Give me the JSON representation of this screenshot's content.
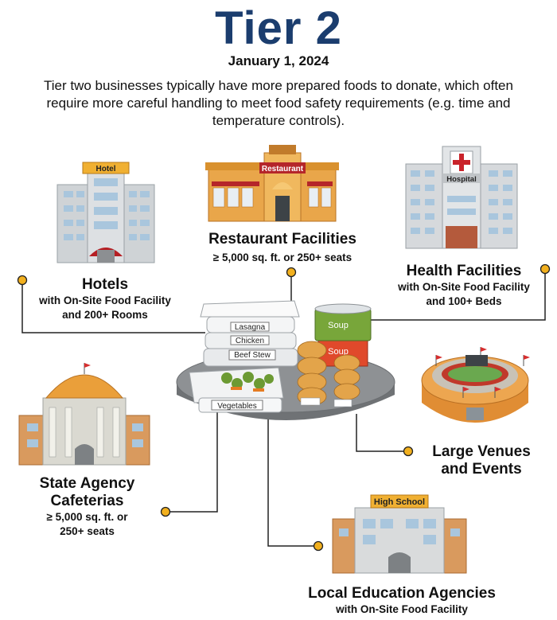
{
  "header": {
    "title": "Tier 2",
    "date": "January 1, 2024",
    "description": "Tier two businesses typically have more prepared foods to donate, which often require more careful handling to meet food safety requirements (e.g. time and temperature controls)."
  },
  "categories": {
    "hotels": {
      "name": "Hotels",
      "detail_1": "with On-Site Food Facility",
      "detail_2": "and 200+ Rooms",
      "sign": "Hotel"
    },
    "restaurants": {
      "name": "Restaurant Facilities",
      "detail_1": "≥ 5,000 sq. ft. or 250+ seats",
      "sign": "Restaurant"
    },
    "health": {
      "name": "Health Facilities",
      "detail_1": "with On-Site Food Facility",
      "detail_2": "and 100+ Beds",
      "sign": "Hospital"
    },
    "venues": {
      "name_1": "Large Venues",
      "name_2": "and Events"
    },
    "state_agency": {
      "name_1": "State Agency",
      "name_2": "Cafeterias",
      "detail_1": "≥ 5,000 sq. ft. or",
      "detail_2": "250+ seats"
    },
    "education": {
      "name": "Local Education Agencies",
      "detail_1": "with On-Site Food Facility",
      "sign": "High School"
    }
  },
  "food_labels": {
    "lasagna": "Lasagna",
    "chicken": "Chicken",
    "beef_stew": "Beef Stew",
    "vegetables": "Vegetables",
    "soup_1": "Soup",
    "soup_2": "Soup"
  },
  "colors": {
    "title": "#1b3d6e",
    "connector_dot": "#f2b01e",
    "building_orange": "#e9a64a",
    "building_gray": "#cfd3d6",
    "tray_gray": "#8e9194"
  }
}
